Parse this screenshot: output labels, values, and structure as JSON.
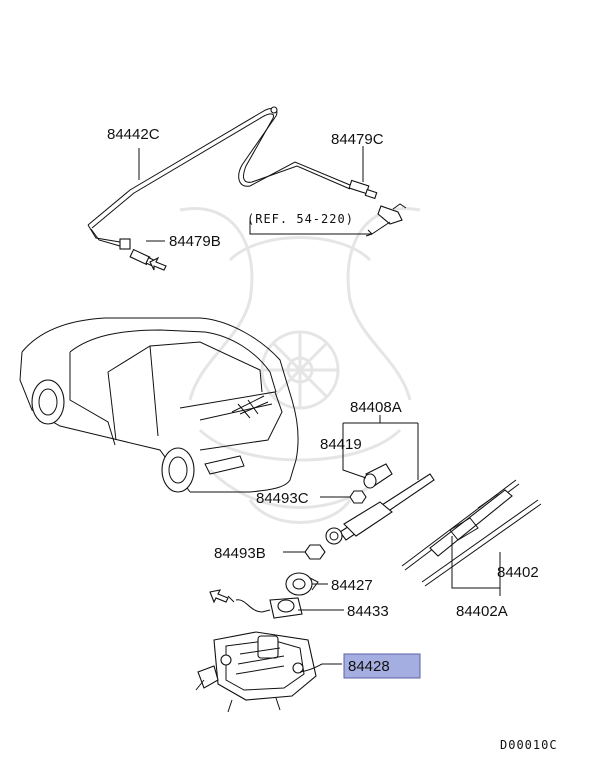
{
  "diagram": {
    "doc_code": "D00010C",
    "reference": "(REF. 54-220)",
    "highlight_color": "#a5aee0",
    "highlight_border": "#5a63a8",
    "parts": {
      "p84442C": "84442C",
      "p84479C": "84479C",
      "p84479B": "84479B",
      "p84408A": "84408A",
      "p84419": "84419",
      "p84493C": "84493C",
      "p84493B": "84493B",
      "p84427": "84427",
      "p84433": "84433",
      "p84402": "84402",
      "p84402A": "84402A",
      "p84428": "84428"
    }
  }
}
